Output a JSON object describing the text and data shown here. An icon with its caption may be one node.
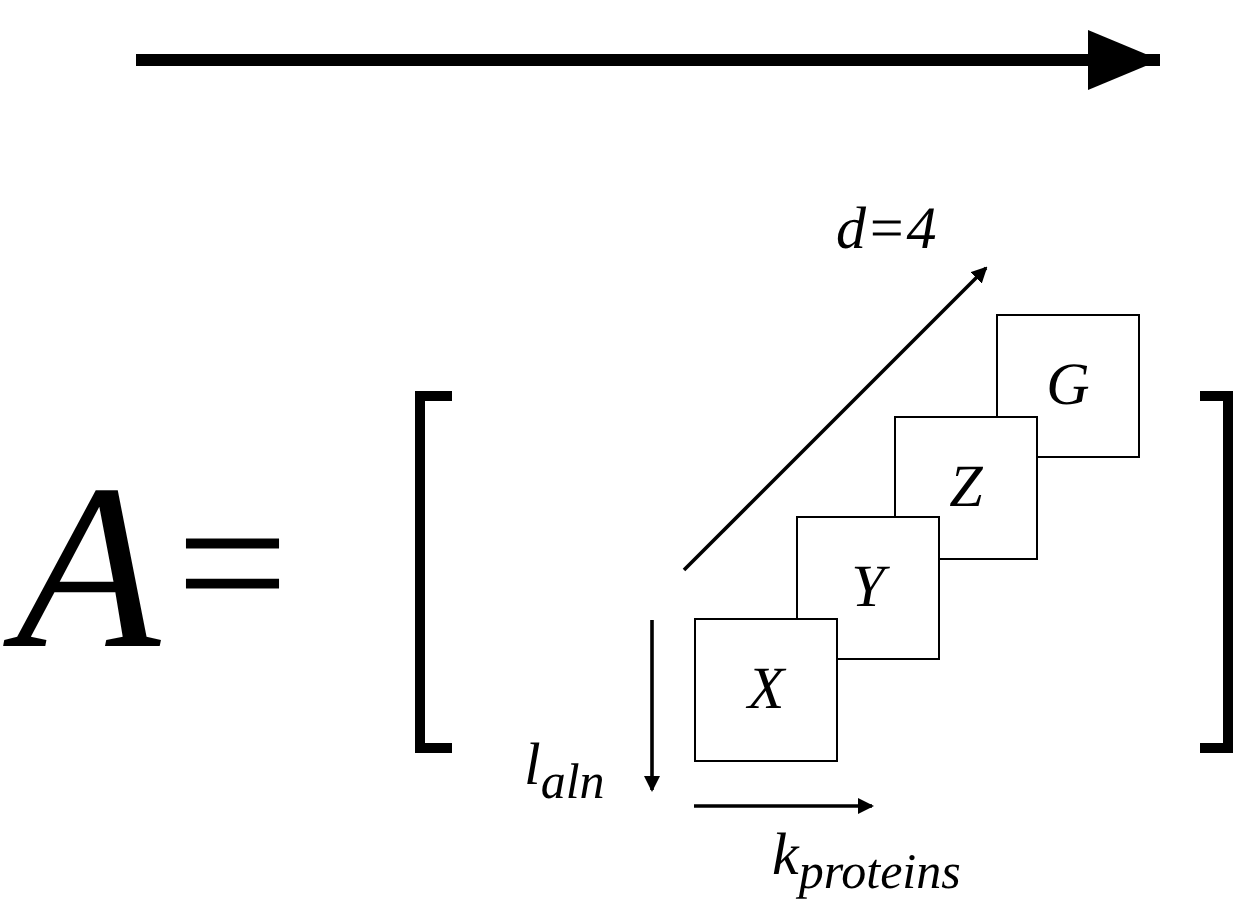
{
  "diagram": {
    "nodes": [
      {
        "text": [
          "X"
        ]
      },
      {
        "text": [
          "Y"
        ]
      },
      {
        "text": [
          "Z"
        ]
      },
      {
        "text": [
          "G"
        ]
      }
    ],
    "labels": [
      "A",
      "=",
      "d=4",
      "l$_{aln}$",
      "k$_{proteins}$"
    ]
  }
}
